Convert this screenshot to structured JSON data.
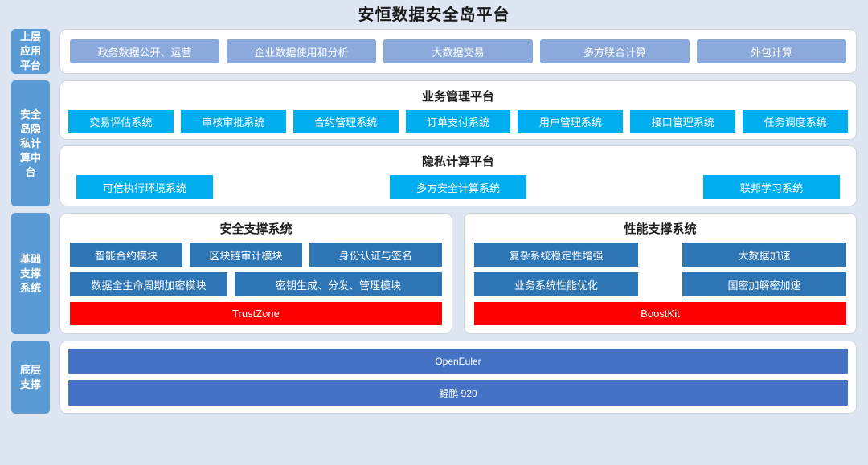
{
  "title": "安恒数据安全岛平台",
  "layers": [
    {
      "sidebar_label": "上层应用平台",
      "cards": [
        {
          "title": "",
          "items": [
            "政务数据公开、运营",
            "企业数据使用和分析",
            "大数据交易",
            "多方联合计算",
            "外包计算"
          ]
        }
      ]
    },
    {
      "sidebar_label": "安全岛隐私计算中台",
      "cards": [
        {
          "title": "业务管理平台",
          "items": [
            "交易评估系统",
            "审核审批系统",
            "合约管理系统",
            "订单支付系统",
            "用户管理系统",
            "接口管理系统",
            "任务调度系统"
          ]
        },
        {
          "title": "隐私计算平台",
          "items": [
            "可信执行环境系统",
            "多方安全计算系统",
            "联邦学习系统"
          ]
        }
      ]
    },
    {
      "sidebar_label": "基础支撑系统",
      "cards": [
        {
          "title": "安全支撑系统",
          "row1": [
            "智能合约模块",
            "区块链审计模块",
            "身份认证与签名"
          ],
          "row2": [
            "数据全生命周期加密模块",
            "密钥生成、分发、管理模块"
          ],
          "highlight": "TrustZone"
        },
        {
          "title": "性能支撑系统",
          "row1": [
            "复杂系统稳定性增强",
            "大数据加速"
          ],
          "row2": [
            "业务系统性能优化",
            "国密加解密加速"
          ],
          "highlight": "BoostKit"
        }
      ]
    },
    {
      "sidebar_label": "底层支撑",
      "cards": [
        {
          "title": "",
          "items": [
            "OpenEuler",
            "鲲鹏 920"
          ]
        }
      ]
    }
  ],
  "colors": {
    "background": "#dde6f2",
    "sidebar": "#5b9bd5",
    "app_chip": "#8ba9da",
    "cyan_chip": "#00aeef",
    "steel_chip": "#2e75b6",
    "highlight_chip": "#ff0000",
    "royal_chip": "#4472c4"
  }
}
